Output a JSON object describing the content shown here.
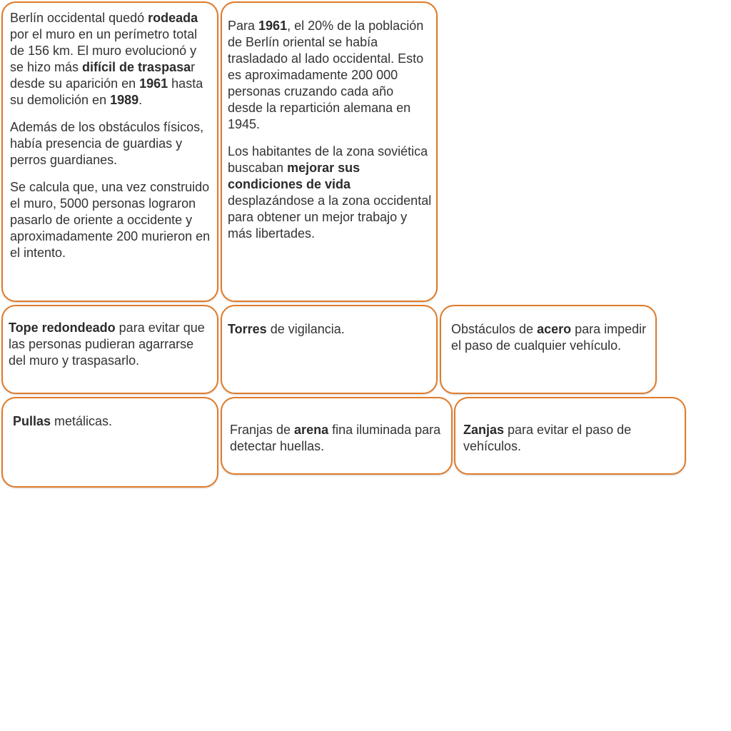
{
  "cards": [
    {
      "paragraphs": [
        [
          {
            "text": "Berlín occidental quedó "
          },
          {
            "text": "rodeada",
            "bold": true
          },
          {
            "text": " por el muro en un perímetro total de 156 km. El muro evolucionó y se hizo más "
          },
          {
            "text": "difícil de traspasa",
            "bold": true
          },
          {
            "text": "r desde su aparición en "
          },
          {
            "text": "1961",
            "bold": true
          },
          {
            "text": " hasta su demolición en "
          },
          {
            "text": "1989",
            "bold": true
          },
          {
            "text": "."
          }
        ],
        [
          {
            "text": "Además de los obstáculos físicos, había presencia de guardias y perros guardianes."
          }
        ],
        [
          {
            "text": "Se calcula que, una vez construido el muro, 5000 personas lograron pasarlo de oriente a occidente y aproximadamente 200 murieron en el intento."
          }
        ]
      ]
    },
    {
      "paragraphs": [
        [
          {
            "text": "Para "
          },
          {
            "text": "1961",
            "bold": true
          },
          {
            "text": ", el 20% de la población de Berlín oriental se había trasladado al lado occidental. Esto es aproximadamente 200 000 personas cruzando cada año desde la repartición alemana en 1945."
          }
        ],
        [
          {
            "text": "Los habitantes de la zona soviética buscaban "
          },
          {
            "text": "mejorar sus condiciones de vida",
            "bold": true
          },
          {
            "text": " desplazándose a la zona occidental para obtener un mejor trabajo y más libertades."
          }
        ]
      ]
    },
    {
      "paragraphs": [
        [
          {
            "text": "Tope redondeado",
            "bold": true
          },
          {
            "text": " para evitar que las personas pudieran agarrarse del muro y traspasarlo."
          }
        ]
      ]
    },
    {
      "paragraphs": [
        [
          {
            "text": "Torres",
            "bold": true
          },
          {
            "text": " de vigilancia."
          }
        ]
      ]
    },
    {
      "paragraphs": [
        [
          {
            "text": "Obstáculos de "
          },
          {
            "text": "acero",
            "bold": true
          },
          {
            "text": " para impedir el paso de cualquier vehículo."
          }
        ]
      ]
    },
    {
      "paragraphs": [
        [
          {
            "text": "Pullas",
            "bold": true
          },
          {
            "text": " metálicas."
          }
        ]
      ]
    },
    {
      "paragraphs": [
        [
          {
            "text": "Franjas de "
          },
          {
            "text": "arena",
            "bold": true
          },
          {
            "text": " fina iluminada para detectar huellas."
          }
        ]
      ]
    },
    {
      "paragraphs": [
        [
          {
            "text": "Zanjas",
            "bold": true
          },
          {
            "text": " para evitar el paso de vehículos."
          }
        ]
      ]
    }
  ]
}
